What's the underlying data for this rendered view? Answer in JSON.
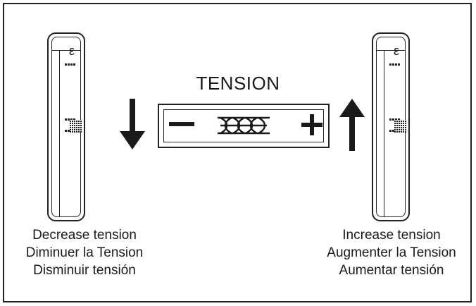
{
  "panel": {
    "title": "TENSION",
    "minus_label": "−",
    "plus_label": "+"
  },
  "left_caption": [
    "Decrease tension",
    "Diminuer la Tension",
    "Disminuir tensión"
  ],
  "right_caption": [
    "Increase tension",
    "Augmenter la Tension",
    "Aumentar tensión"
  ],
  "dial_mark": "ε",
  "icons": {
    "down_arrow": "arrow-down-icon",
    "up_arrow": "arrow-up-icon",
    "tension_symbol": "thread-tension-icon"
  }
}
